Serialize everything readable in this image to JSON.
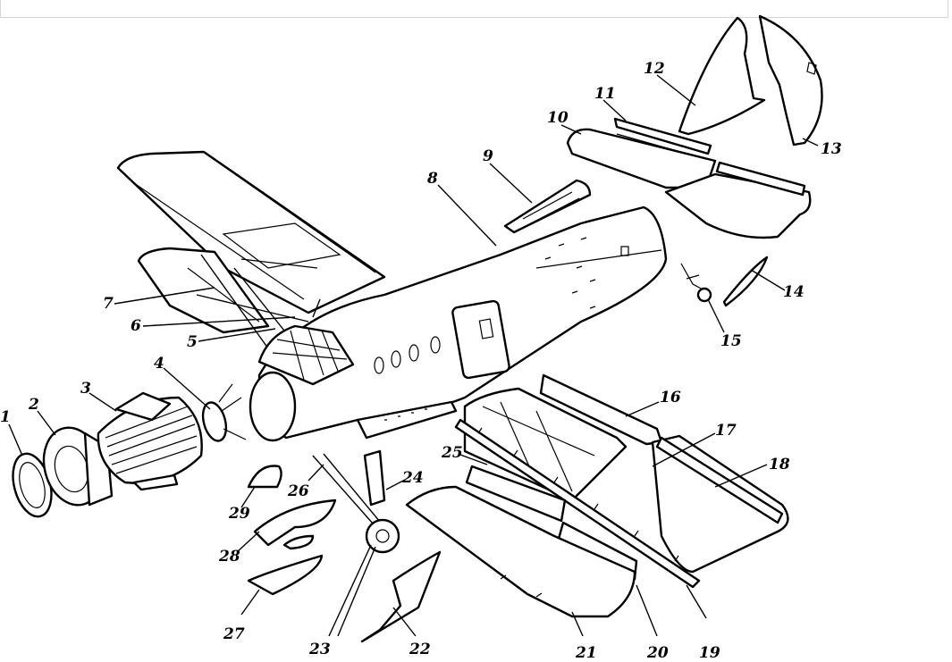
{
  "labels": [
    "1",
    "2",
    "3",
    "4",
    "5",
    "6",
    "7",
    "8",
    "9",
    "10",
    "11",
    "12",
    "13",
    "14",
    "15",
    "16",
    "17",
    "18",
    "19",
    "20",
    "21",
    "22",
    "23",
    "24",
    "25",
    "26",
    "27",
    "28",
    "29"
  ]
}
